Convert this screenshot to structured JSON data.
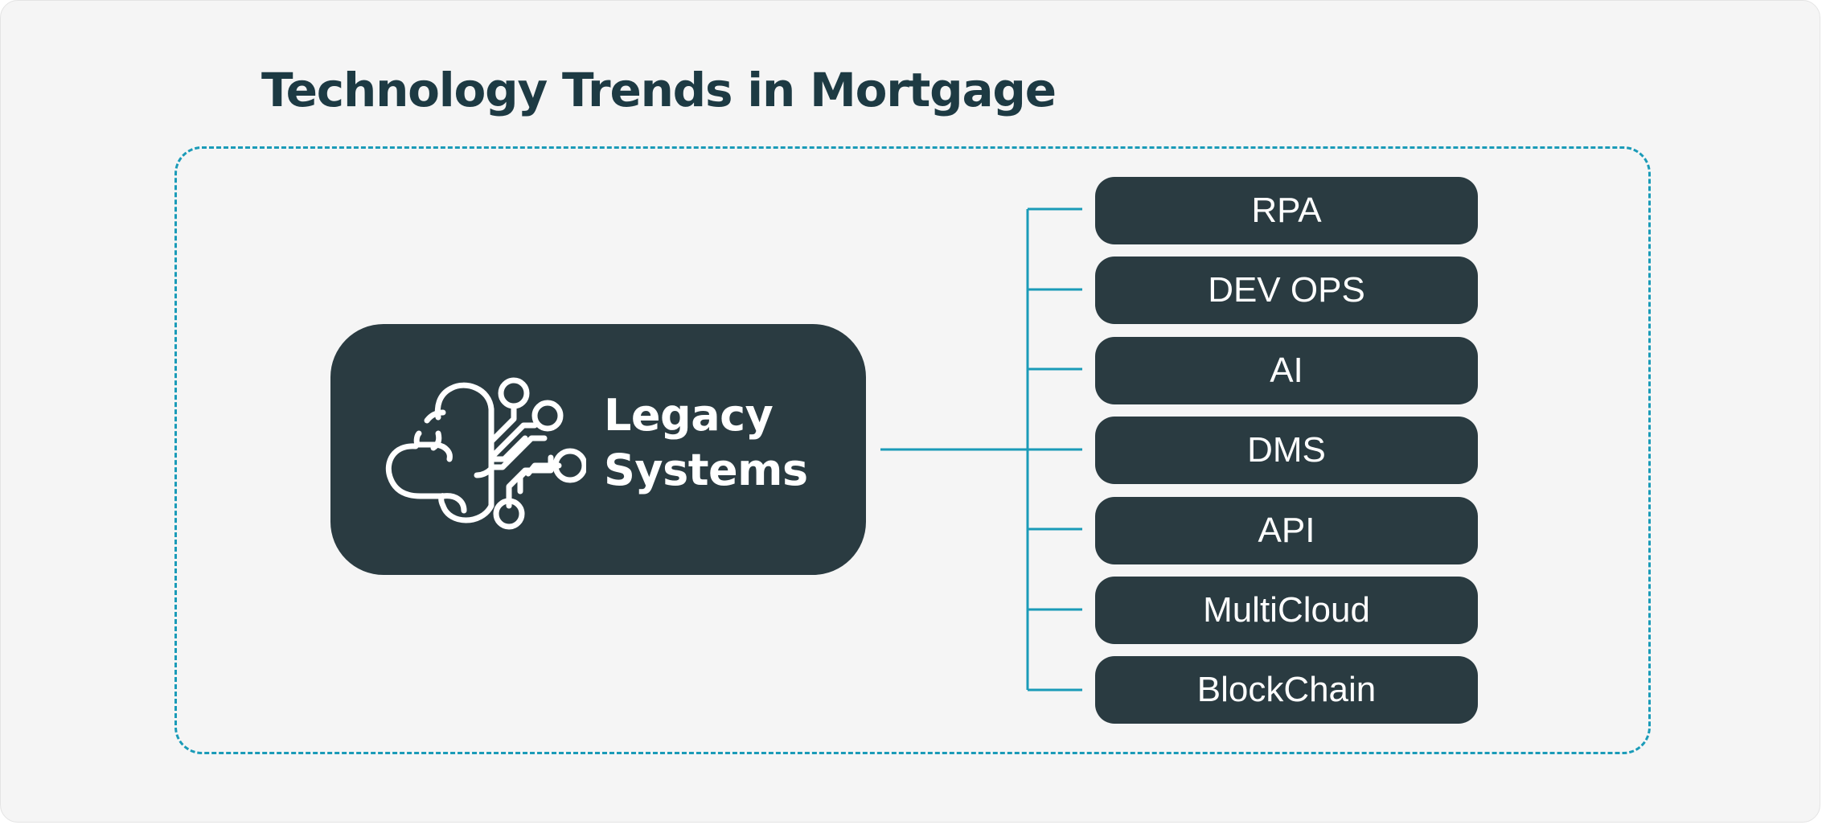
{
  "title": "Technology Trends in Mortgage",
  "source": {
    "label_lines": [
      "Legacy",
      "Systems"
    ],
    "icon": "brain-circuit-icon"
  },
  "items": [
    {
      "label": "RPA"
    },
    {
      "label": "DEV OPS"
    },
    {
      "label": "AI"
    },
    {
      "label": "DMS"
    },
    {
      "label": "API"
    },
    {
      "label": "MultiCloud"
    },
    {
      "label": "BlockChain"
    }
  ],
  "colors": {
    "accent": "#1a9bb8",
    "box": "#2a3b41",
    "title": "#1d3a43",
    "background": "#f5f5f5"
  }
}
